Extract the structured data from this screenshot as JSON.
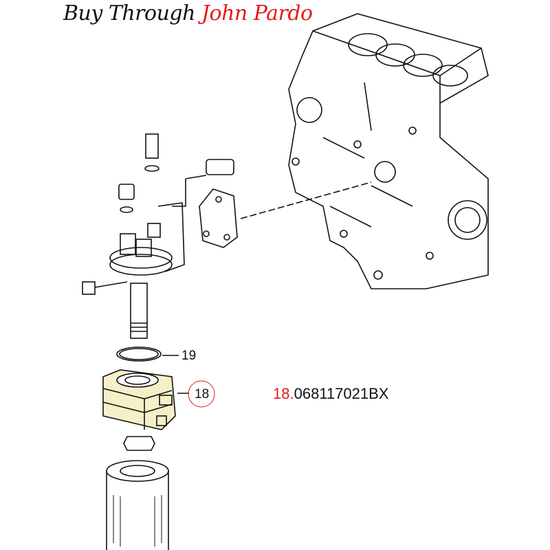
{
  "header": {
    "prefix": "Buy Through",
    "seller": "John Pardo"
  },
  "callouts": [
    {
      "number": "19"
    },
    {
      "number": "18",
      "highlighted": true
    }
  ],
  "part": {
    "number": "18.",
    "code": "068117021BX"
  },
  "colors": {
    "accent": "#e01b1b",
    "highlight_fill": "#f5f0c8"
  }
}
